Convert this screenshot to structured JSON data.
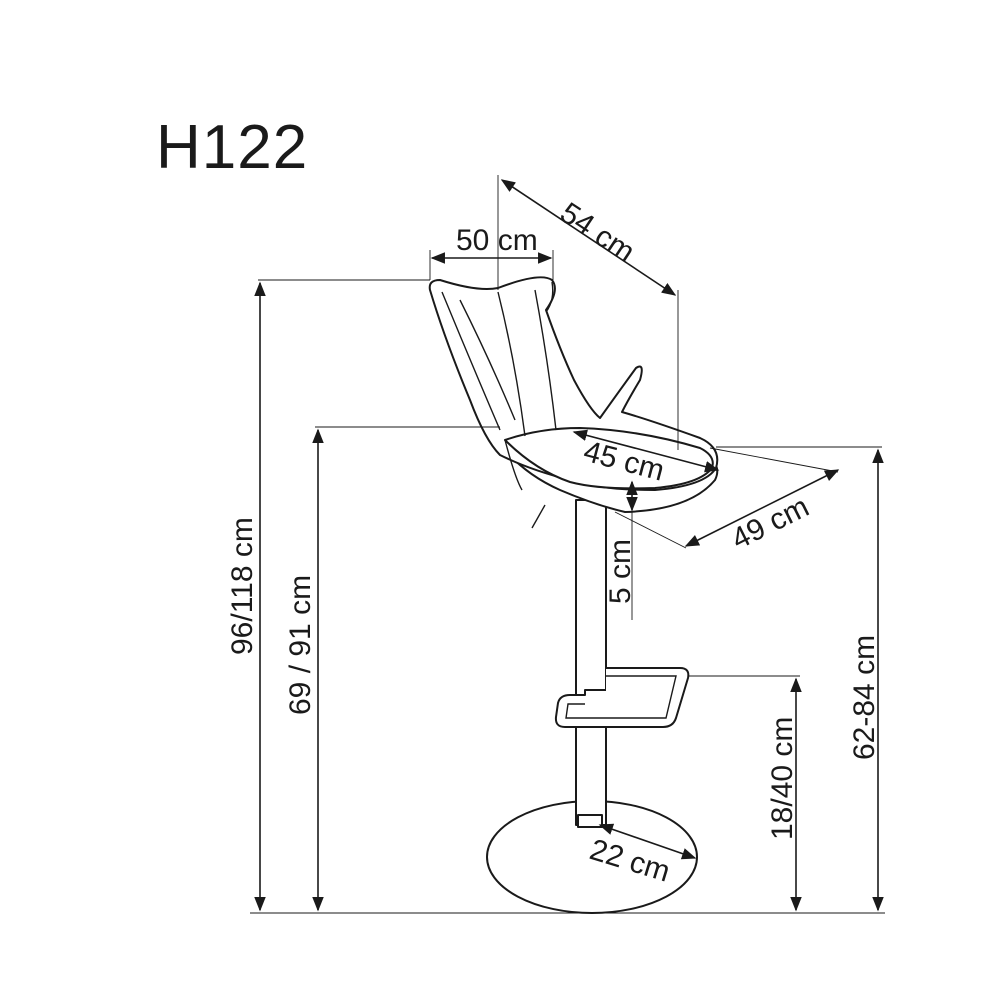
{
  "title": "H122",
  "dimensions": {
    "width_top": "50 cm",
    "depth_diagonal": "54 cm",
    "seat_width": "45 cm",
    "seat_depth": "49 cm",
    "seat_thickness": "5 cm",
    "total_height": "96/118 cm",
    "armrest_height": "69 / 91 cm",
    "seat_height": "62-84 cm",
    "footrest_height": "18/40 cm",
    "base_diameter": "22 cm"
  },
  "colors": {
    "line": "#1a1a1a",
    "background": "#ffffff"
  }
}
